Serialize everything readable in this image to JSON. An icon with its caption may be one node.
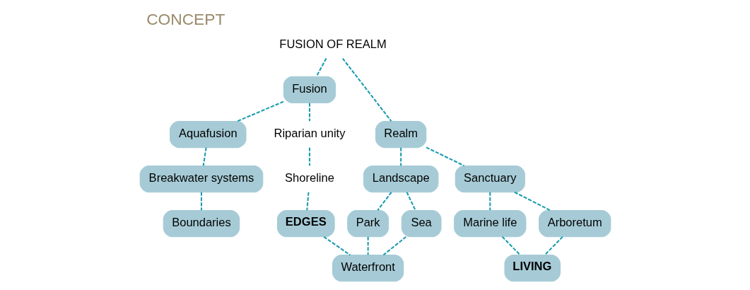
{
  "diagram": {
    "title": "CONCEPT",
    "nodes": [
      {
        "text": [
          "FUSION OF REALM"
        ]
      },
      {
        "text": [
          "Fusion"
        ]
      },
      {
        "text": [
          "Realm"
        ]
      },
      {
        "text": [
          "Aquafusion"
        ]
      },
      {
        "text": [
          "Riparian unity"
        ]
      },
      {
        "text": [
          "Landscape"
        ]
      },
      {
        "text": [
          "Sanctuary"
        ]
      },
      {
        "text": [
          "Breakwater systems"
        ]
      },
      {
        "text": [
          "Shoreline"
        ]
      },
      {
        "text": [
          "Park"
        ]
      },
      {
        "text": [
          "Sea"
        ]
      },
      {
        "text": [
          "Marine life"
        ]
      },
      {
        "text": [
          "Arboretum"
        ]
      },
      {
        "text": [
          "Waterfront"
        ]
      },
      {
        "text": [
          "LIVING"
        ]
      },
      {
        "text": [
          "Boundaries"
        ]
      },
      {
        "text": [
          "EDGES"
        ]
      }
    ],
    "edges": [
      {
        "from": 0,
        "to": 1,
        "arrow": "none",
        "style": "dashed"
      },
      {
        "from": 0,
        "to": 2,
        "arrow": "none",
        "style": "dashed"
      },
      {
        "from": 1,
        "to": 3,
        "arrow": "none",
        "style": "dashed"
      },
      {
        "from": 1,
        "to": 4,
        "arrow": "none",
        "style": "dashed"
      },
      {
        "from": 2,
        "to": 5,
        "arrow": "none",
        "style": "dashed"
      },
      {
        "from": 2,
        "to": 6,
        "arrow": "none",
        "style": "dashed"
      },
      {
        "from": 3,
        "to": 7,
        "arrow": "none",
        "style": "dashed"
      },
      {
        "from": 4,
        "to": 8,
        "arrow": "none",
        "style": "dashed"
      },
      {
        "from": 5,
        "to": 9,
        "arrow": "none",
        "style": "dashed"
      },
      {
        "from": 5,
        "to": 10,
        "arrow": "none",
        "style": "dashed"
      },
      {
        "from": 6,
        "to": 11,
        "arrow": "none",
        "style": "dashed"
      },
      {
        "from": 6,
        "to": 12,
        "arrow": "none",
        "style": "dashed"
      },
      {
        "from": 9,
        "to": 13,
        "arrow": "none",
        "style": "dashed"
      },
      {
        "from": 10,
        "to": 13,
        "arrow": "none",
        "style": "dashed"
      },
      {
        "from": 11,
        "to": 14,
        "arrow": "none",
        "style": "dashed"
      },
      {
        "from": 12,
        "to": 14,
        "arrow": "none",
        "style": "dashed"
      },
      {
        "from": 7,
        "to": 15,
        "arrow": "none",
        "style": "dashed"
      },
      {
        "from": 8,
        "to": 16,
        "arrow": "none",
        "style": "dashed"
      },
      {
        "from": 16,
        "to": 13,
        "arrow": "none",
        "style": "dashed"
      }
    ]
  }
}
